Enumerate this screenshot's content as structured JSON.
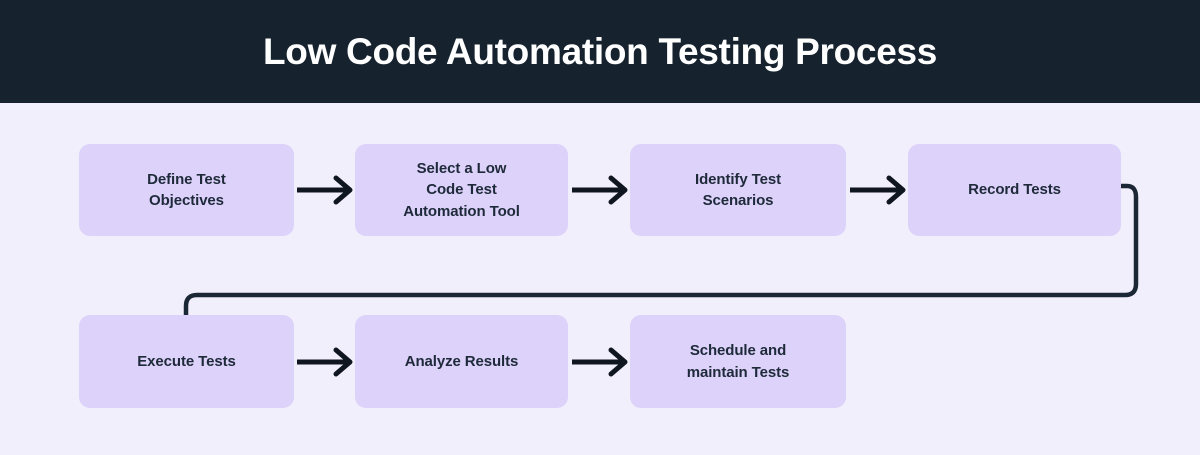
{
  "header": {
    "title": "Low Code Automation Testing Process",
    "background_color": "#16232f",
    "text_color": "#ffffff"
  },
  "theme": {
    "page_background": "#f2effc",
    "node_fill": "#ddd2fa",
    "node_text": "#1e2a3a",
    "connector_color": "#1b2735"
  },
  "diagram": {
    "type": "flowchart",
    "orientation": "left-to-right, wrapping to second row",
    "nodes": [
      {
        "id": "step-1",
        "label": "Define Test\nObjectives"
      },
      {
        "id": "step-2",
        "label": "Select a Low\nCode Test\nAutomation Tool"
      },
      {
        "id": "step-3",
        "label": "Identify Test\nScenarios"
      },
      {
        "id": "step-4",
        "label": "Record Tests"
      },
      {
        "id": "step-5",
        "label": "Execute Tests"
      },
      {
        "id": "step-6",
        "label": "Analyze Results"
      },
      {
        "id": "step-7",
        "label": "Schedule and\nmaintain Tests"
      }
    ],
    "connectors": [
      {
        "from": "step-1",
        "to": "step-2",
        "style": "straight-arrow"
      },
      {
        "from": "step-2",
        "to": "step-3",
        "style": "straight-arrow"
      },
      {
        "from": "step-3",
        "to": "step-4",
        "style": "straight-arrow"
      },
      {
        "from": "step-4",
        "to": "step-5",
        "style": "elbow-wrap"
      },
      {
        "from": "step-5",
        "to": "step-6",
        "style": "straight-arrow"
      },
      {
        "from": "step-6",
        "to": "step-7",
        "style": "straight-arrow"
      }
    ]
  }
}
